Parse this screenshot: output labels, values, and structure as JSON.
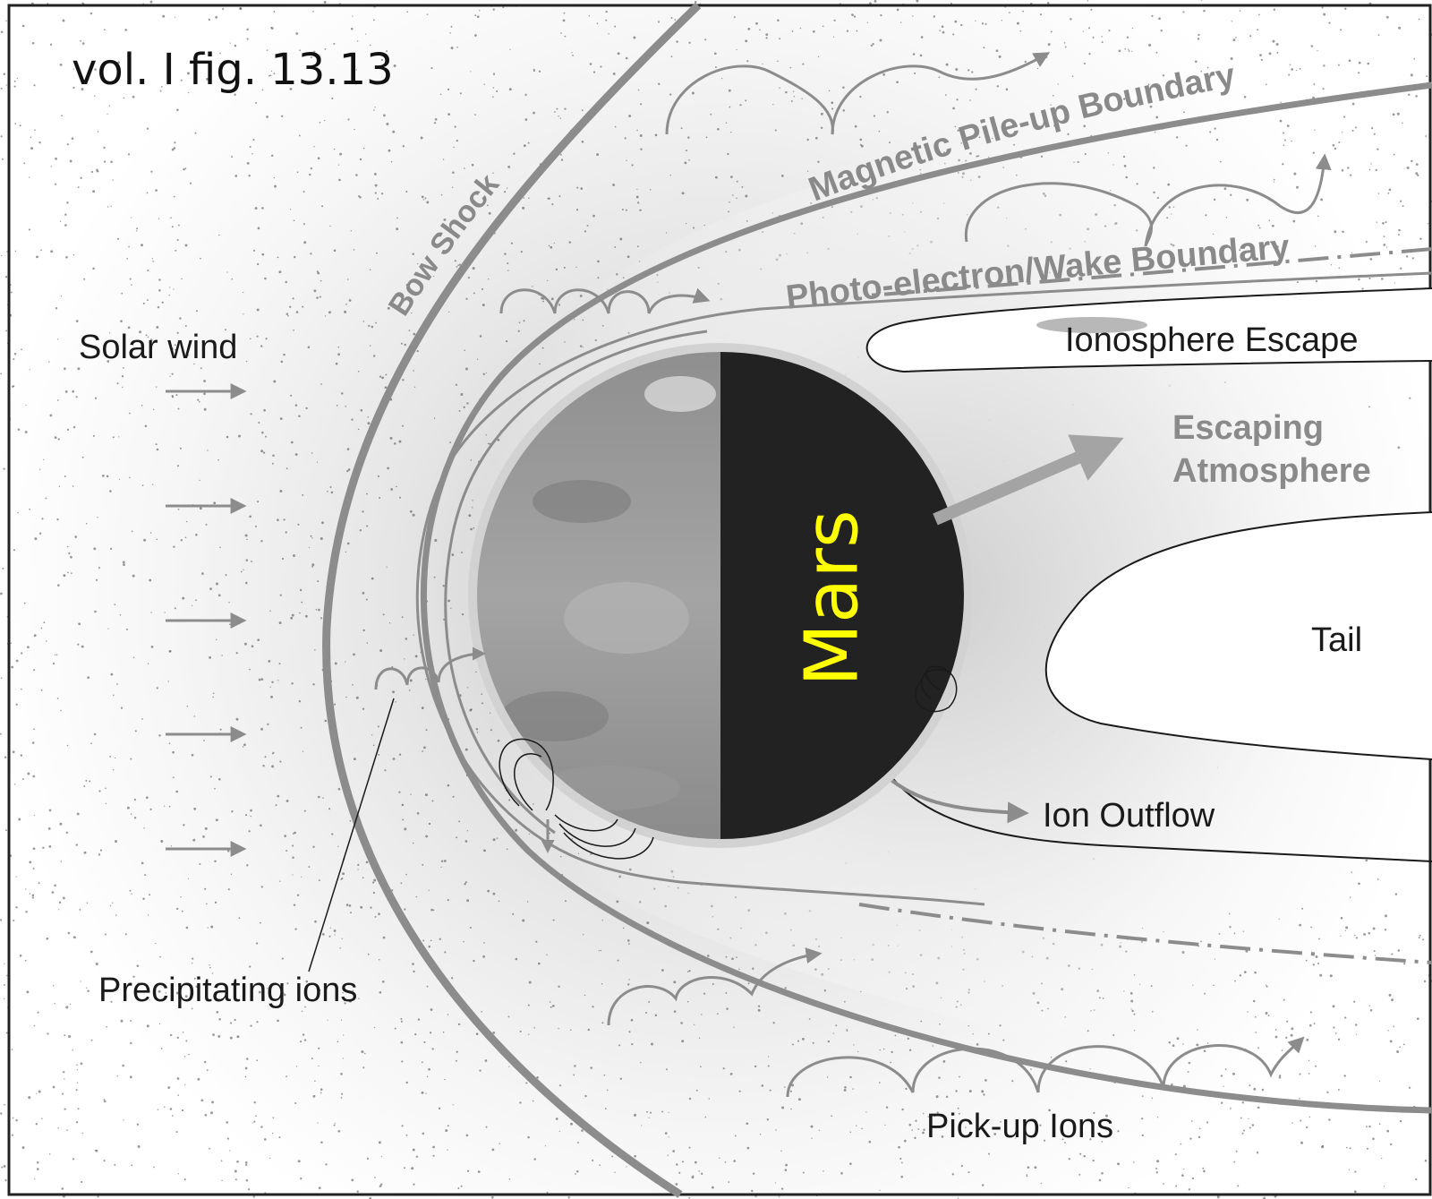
{
  "figure_caption": "vol. I fig. 13.13",
  "planet": {
    "name": "Mars",
    "label_color": "#ffff00",
    "day_side": "photo-gray",
    "night_side_color": "#222222"
  },
  "regions": {
    "bow_shock": "Bow Shock",
    "magnetic_pileup_boundary": "Magnetic Pile-up Boundary",
    "photo_electron_wake_boundary": "Photo-electron/Wake Boundary",
    "tail": "Tail"
  },
  "labels": {
    "solar_wind": "Solar wind",
    "ionosphere_escape": "Ionosphere Escape",
    "escaping_atmosphere_line1": "Escaping",
    "escaping_atmosphere_line2": "Atmosphere",
    "ion_outflow": "Ion Outflow",
    "precipitating_ions": "Precipitating ions",
    "pick_up_ions": "Pick-up Ions"
  },
  "colors": {
    "boundary_gray": "#8c8c8c",
    "label_gray": "#8a8a8a",
    "line_black": "#1a1a1a"
  }
}
